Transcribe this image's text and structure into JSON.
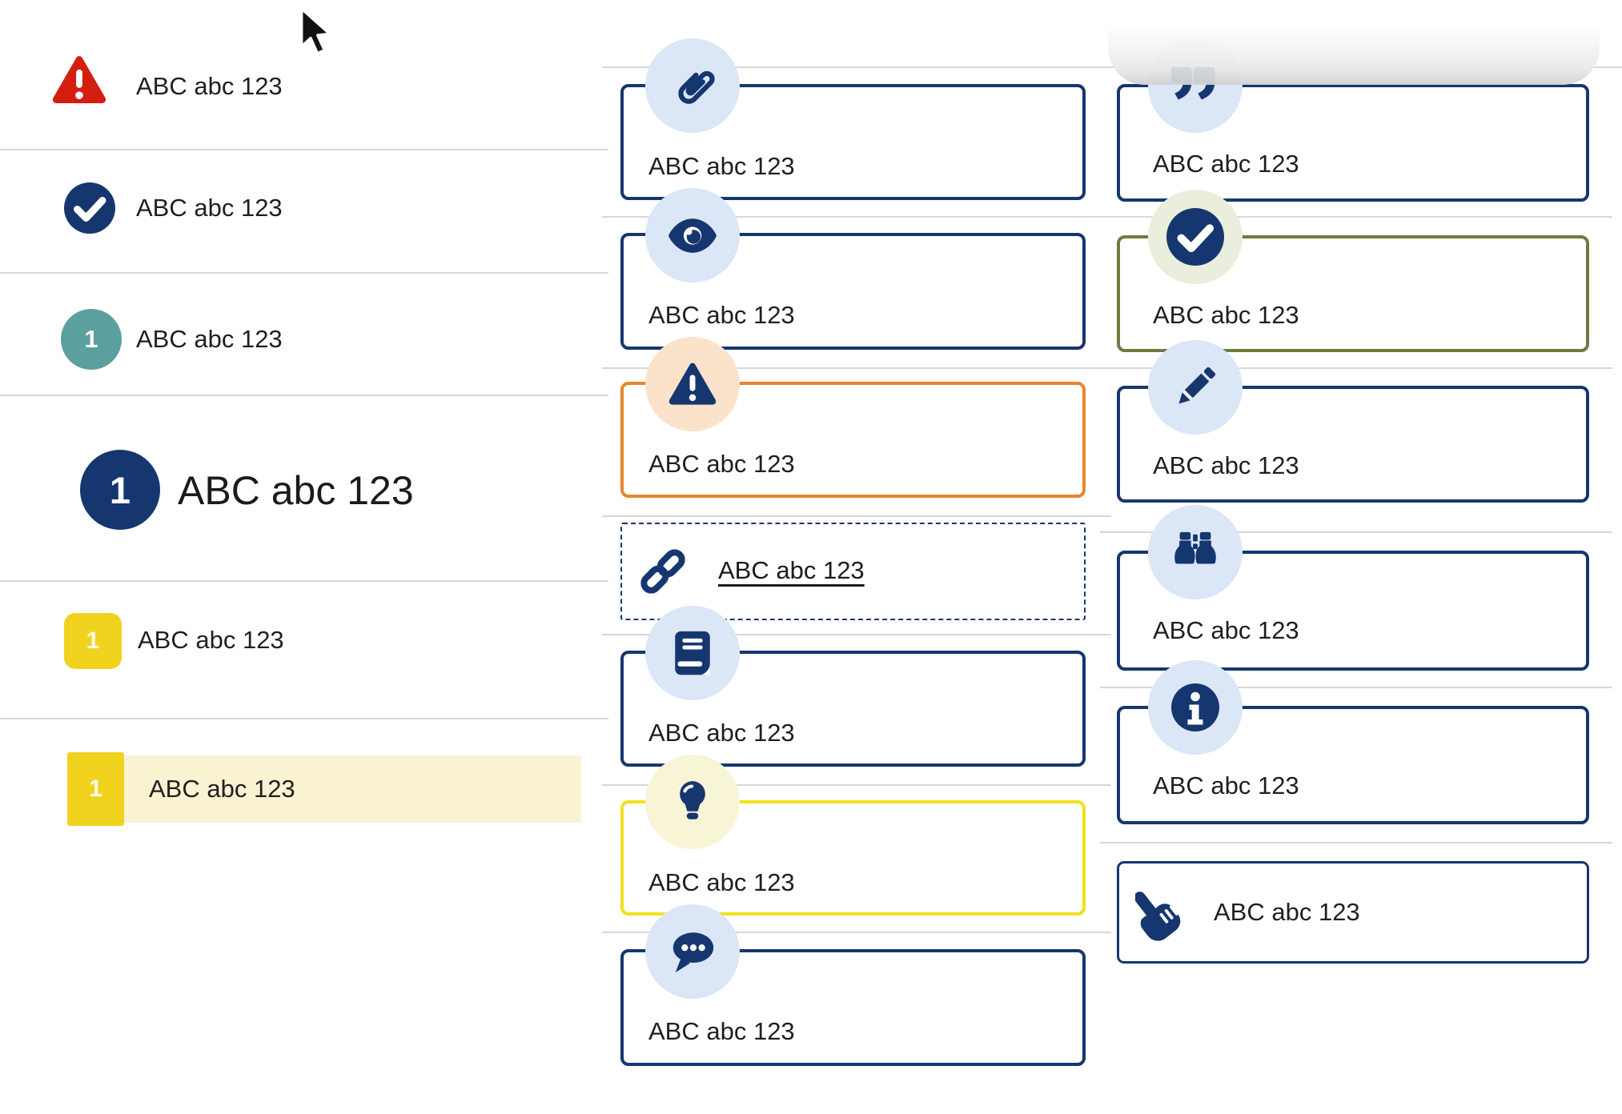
{
  "colors": {
    "navy": "#16366f",
    "red": "#d41e0f",
    "teal": "#5c9f9f",
    "yellow_badge": "#f1d31f",
    "yellow_border": "#f3e01e",
    "highlight_cream": "#faf3d1",
    "pale_yellow_circle": "#f8f4d6",
    "orange_border": "#e8862c",
    "peach_circle": "#fbe3cb",
    "olive_border": "#6f7a41",
    "sage_circle": "#e9efdc",
    "light_blue_circle": "#dbe6f7",
    "divider_gray": "#d7d7d8",
    "text": "#1f1f1f"
  },
  "left_list": {
    "items": [
      {
        "icon": "alert-triangle-icon",
        "label": "ABC abc 123"
      },
      {
        "icon": "check-circle-icon",
        "label": "ABC abc 123"
      },
      {
        "icon": "teal-number-badge",
        "badge": "1",
        "label": "ABC abc 123"
      },
      {
        "icon": "navy-number-badge",
        "badge": "1",
        "label": "ABC abc 123"
      },
      {
        "icon": "yellow-number-badge",
        "badge": "1",
        "label": "ABC abc 123"
      },
      {
        "icon": "yellow-number-badge",
        "badge": "1",
        "label": "ABC abc 123",
        "state": "highlighted"
      }
    ]
  },
  "middle_list": {
    "boxes": [
      {
        "icon": "paperclip-icon",
        "label": "ABC abc 123"
      },
      {
        "icon": "eye-icon",
        "label": "ABC abc 123"
      },
      {
        "icon": "warning-icon",
        "label": "ABC abc 123"
      },
      {
        "icon": "link-icon",
        "label": "ABC abc 123",
        "style": "dashed-link"
      },
      {
        "icon": "book-icon",
        "label": "ABC abc 123"
      },
      {
        "icon": "lightbulb-icon",
        "label": "ABC abc 123"
      },
      {
        "icon": "chat-icon",
        "label": "ABC abc 123"
      }
    ]
  },
  "right_list": {
    "boxes": [
      {
        "icon": "quote-icon",
        "label": "ABC abc 123"
      },
      {
        "icon": "check-circle-icon",
        "label": "ABC abc 123"
      },
      {
        "icon": "pencil-icon",
        "label": "ABC abc 123"
      },
      {
        "icon": "binoculars-icon",
        "label": "ABC abc 123"
      },
      {
        "icon": "info-icon",
        "label": "ABC abc 123"
      },
      {
        "icon": "hand-pointer-icon",
        "label": "ABC abc 123"
      }
    ]
  }
}
